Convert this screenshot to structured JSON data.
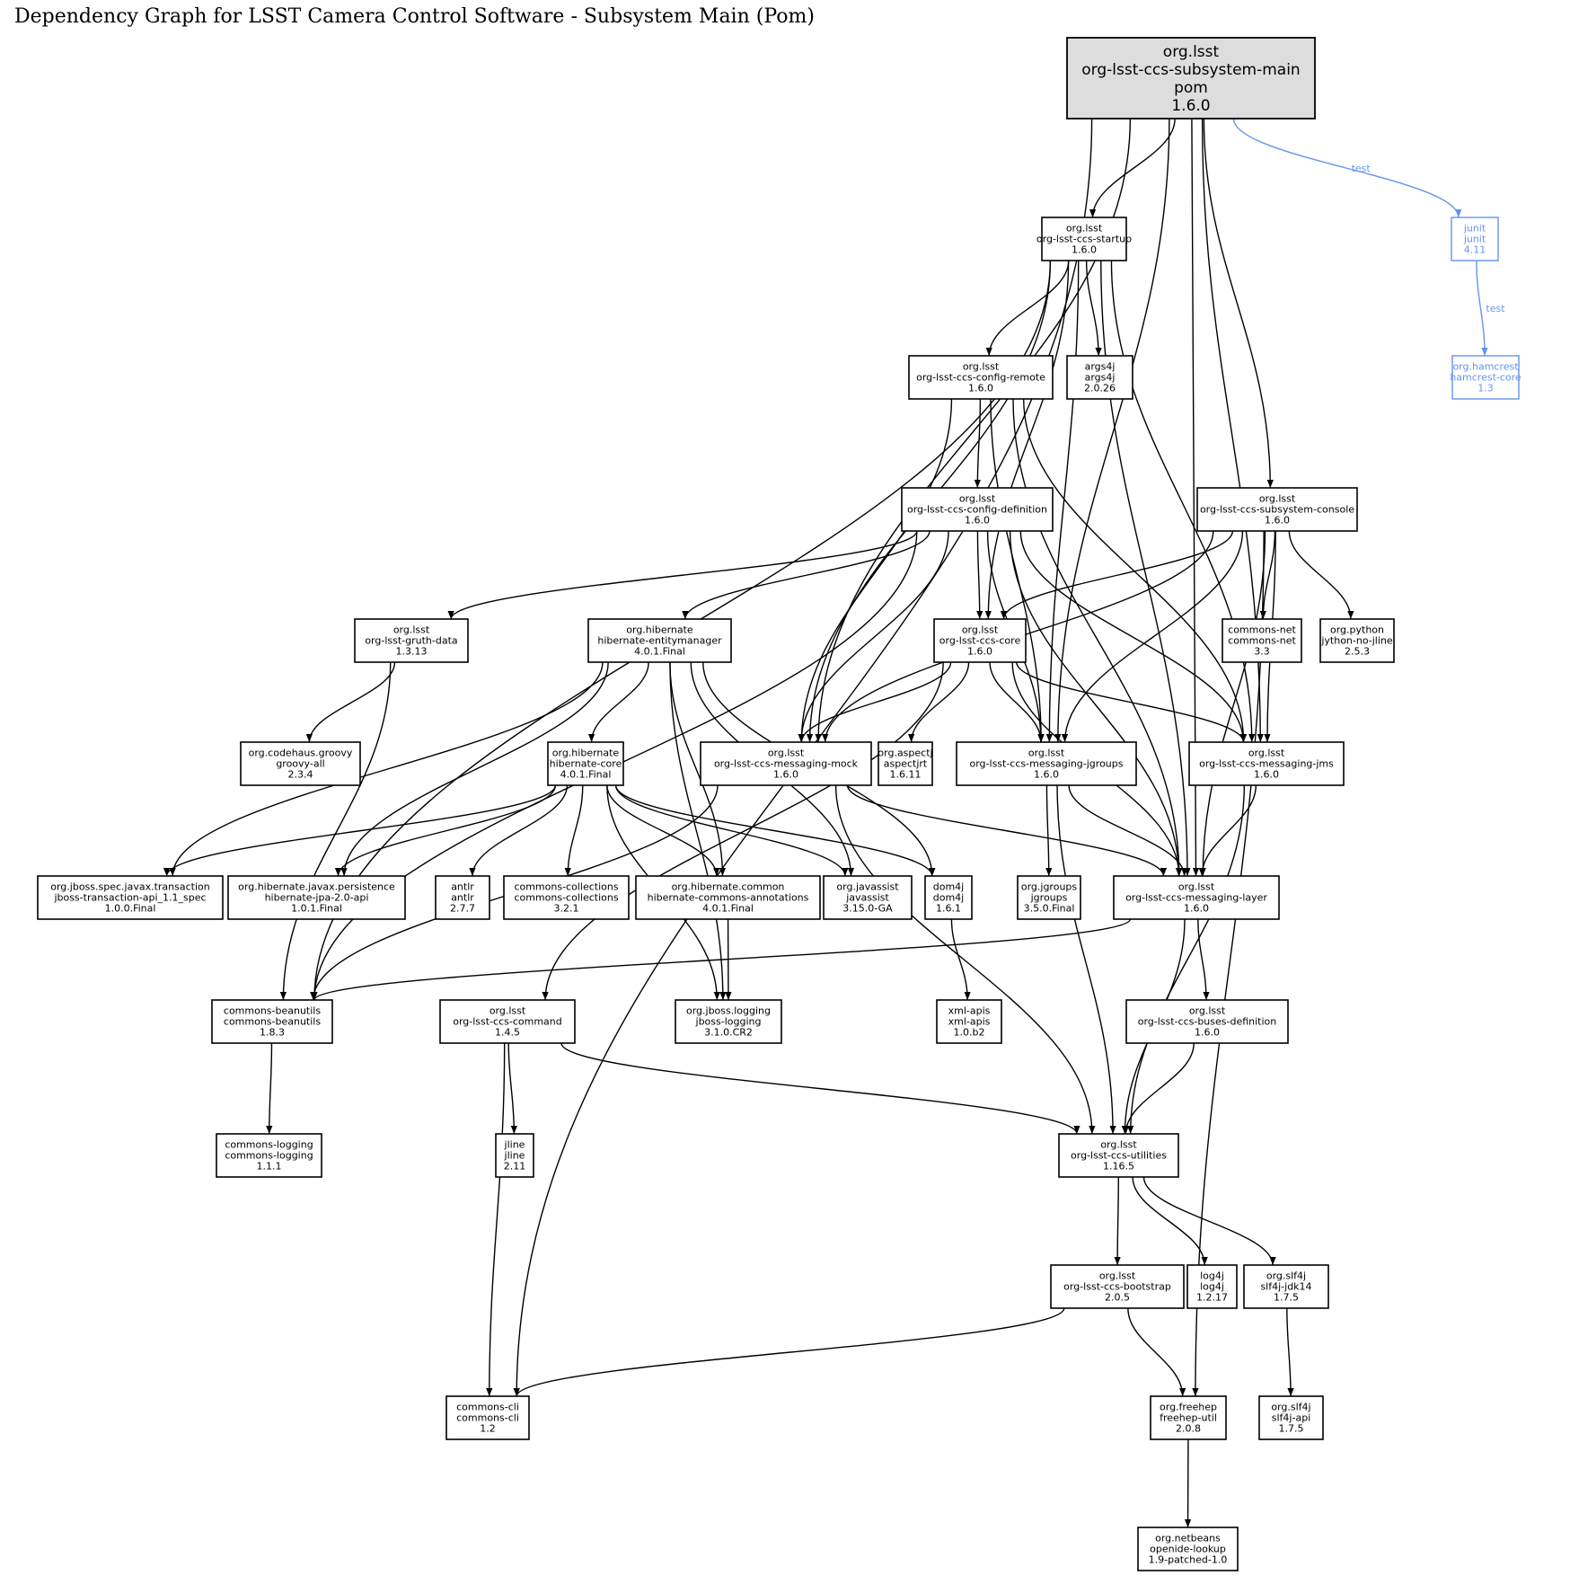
{
  "title": "Dependency Graph for LSST Camera Control Software - Subsystem Main (Pom)",
  "colors": {
    "default": "#000000",
    "root_fill": "#dddddd",
    "test": "#6495ed"
  },
  "nodes": [
    {
      "id": "main",
      "lines": [
        "org.lsst",
        "org-lsst-ccs-subsystem-main",
        "pom",
        "1.6.0"
      ],
      "kind": "root"
    },
    {
      "id": "startup",
      "lines": [
        "org.lsst",
        "org-lsst-ccs-startup",
        "1.6.0"
      ]
    },
    {
      "id": "junit",
      "lines": [
        "junit",
        "junit",
        "4.11"
      ],
      "kind": "test"
    },
    {
      "id": "hamcrest",
      "lines": [
        "org.hamcrest",
        "hamcrest-core",
        "1.3"
      ],
      "kind": "test"
    },
    {
      "id": "configremote",
      "lines": [
        "org.lsst",
        "org-lsst-ccs-config-remote",
        "1.6.0"
      ]
    },
    {
      "id": "args4j",
      "lines": [
        "args4j",
        "args4j",
        "2.0.26"
      ]
    },
    {
      "id": "configdef",
      "lines": [
        "org.lsst",
        "org-lsst-ccs-config-definition",
        "1.6.0"
      ]
    },
    {
      "id": "console",
      "lines": [
        "org.lsst",
        "org-lsst-ccs-subsystem-console",
        "1.6.0"
      ]
    },
    {
      "id": "gruth",
      "lines": [
        "org.lsst",
        "org-lsst-gruth-data",
        "1.3.13"
      ]
    },
    {
      "id": "entitymanager",
      "lines": [
        "org.hibernate",
        "hibernate-entitymanager",
        "4.0.1.Final"
      ]
    },
    {
      "id": "core",
      "lines": [
        "org.lsst",
        "org-lsst-ccs-core",
        "1.6.0"
      ]
    },
    {
      "id": "commonsnet",
      "lines": [
        "commons-net",
        "commons-net",
        "3.3"
      ]
    },
    {
      "id": "jython",
      "lines": [
        "org.python",
        "jython-no-jline",
        "2.5.3"
      ]
    },
    {
      "id": "groovy",
      "lines": [
        "org.codehaus.groovy",
        "groovy-all",
        "2.3.4"
      ]
    },
    {
      "id": "hibcore",
      "lines": [
        "org.hibernate",
        "hibernate-core",
        "4.0.1.Final"
      ]
    },
    {
      "id": "msgmock",
      "lines": [
        "org.lsst",
        "org-lsst-ccs-messaging-mock",
        "1.6.0"
      ]
    },
    {
      "id": "aspectj",
      "lines": [
        "org.aspectj",
        "aspectjrt",
        "1.6.11"
      ]
    },
    {
      "id": "msgjgroups",
      "lines": [
        "org.lsst",
        "org-lsst-ccs-messaging-jgroups",
        "1.6.0"
      ]
    },
    {
      "id": "msgjms",
      "lines": [
        "org.lsst",
        "org-lsst-ccs-messaging-jms",
        "1.6.0"
      ]
    },
    {
      "id": "jbosstx",
      "lines": [
        "org.jboss.spec.javax.transaction",
        "jboss-transaction-api_1.1_spec",
        "1.0.0.Final"
      ]
    },
    {
      "id": "jpa",
      "lines": [
        "org.hibernate.javax.persistence",
        "hibernate-jpa-2.0-api",
        "1.0.1.Final"
      ]
    },
    {
      "id": "antlr",
      "lines": [
        "antlr",
        "antlr",
        "2.7.7"
      ]
    },
    {
      "id": "collections",
      "lines": [
        "commons-collections",
        "commons-collections",
        "3.2.1"
      ]
    },
    {
      "id": "hibannot",
      "lines": [
        "org.hibernate.common",
        "hibernate-commons-annotations",
        "4.0.1.Final"
      ]
    },
    {
      "id": "javassist",
      "lines": [
        "org.javassist",
        "javassist",
        "3.15.0-GA"
      ]
    },
    {
      "id": "dom4j",
      "lines": [
        "dom4j",
        "dom4j",
        "1.6.1"
      ]
    },
    {
      "id": "jgroups",
      "lines": [
        "org.jgroups",
        "jgroups",
        "3.5.0.Final"
      ]
    },
    {
      "id": "msglayer",
      "lines": [
        "org.lsst",
        "org-lsst-ccs-messaging-layer",
        "1.6.0"
      ]
    },
    {
      "id": "beanutils",
      "lines": [
        "commons-beanutils",
        "commons-beanutils",
        "1.8.3"
      ]
    },
    {
      "id": "command",
      "lines": [
        "org.lsst",
        "org-lsst-ccs-command",
        "1.4.5"
      ]
    },
    {
      "id": "jbosslog",
      "lines": [
        "org.jboss.logging",
        "jboss-logging",
        "3.1.0.CR2"
      ]
    },
    {
      "id": "xmlapis",
      "lines": [
        "xml-apis",
        "xml-apis",
        "1.0.b2"
      ]
    },
    {
      "id": "busesdef",
      "lines": [
        "org.lsst",
        "org-lsst-ccs-buses-definition",
        "1.6.0"
      ]
    },
    {
      "id": "commonslogging",
      "lines": [
        "commons-logging",
        "commons-logging",
        "1.1.1"
      ]
    },
    {
      "id": "jline",
      "lines": [
        "jline",
        "jline",
        "2.11"
      ]
    },
    {
      "id": "utilities",
      "lines": [
        "org.lsst",
        "org-lsst-ccs-utilities",
        "1.16.5"
      ]
    },
    {
      "id": "bootstrap",
      "lines": [
        "org.lsst",
        "org-lsst-ccs-bootstrap",
        "2.0.5"
      ]
    },
    {
      "id": "log4j",
      "lines": [
        "log4j",
        "log4j",
        "1.2.17"
      ]
    },
    {
      "id": "slf4jjdk",
      "lines": [
        "org.slf4j",
        "slf4j-jdk14",
        "1.7.5"
      ]
    },
    {
      "id": "commonscli",
      "lines": [
        "commons-cli",
        "commons-cli",
        "1.2"
      ]
    },
    {
      "id": "freehep",
      "lines": [
        "org.freehep",
        "freehep-util",
        "2.0.8"
      ]
    },
    {
      "id": "slf4japi",
      "lines": [
        "org.slf4j",
        "slf4j-api",
        "1.7.5"
      ]
    },
    {
      "id": "openide",
      "lines": [
        "org.netbeans",
        "openide-lookup",
        "1.9-patched-1.0"
      ]
    }
  ],
  "edges": [
    {
      "from": "main",
      "to": "startup"
    },
    {
      "from": "main",
      "to": "msgmock"
    },
    {
      "from": "main",
      "to": "msgjgroups"
    },
    {
      "from": "main",
      "to": "msgjms"
    },
    {
      "from": "main",
      "to": "console"
    },
    {
      "from": "main",
      "to": "msglayer"
    },
    {
      "from": "main",
      "to": "commonscli"
    },
    {
      "from": "main",
      "to": "junit",
      "label": "test",
      "kind": "test"
    },
    {
      "from": "junit",
      "to": "hamcrest",
      "label": "test",
      "kind": "test"
    },
    {
      "from": "startup",
      "to": "configremote"
    },
    {
      "from": "startup",
      "to": "args4j"
    },
    {
      "from": "startup",
      "to": "core"
    },
    {
      "from": "startup",
      "to": "msgmock"
    },
    {
      "from": "startup",
      "to": "msgjgroups"
    },
    {
      "from": "startup",
      "to": "msgjms"
    },
    {
      "from": "startup",
      "to": "msglayer"
    },
    {
      "from": "startup",
      "to": "beanutils"
    },
    {
      "from": "configremote",
      "to": "configdef"
    },
    {
      "from": "configremote",
      "to": "msgmock"
    },
    {
      "from": "configremote",
      "to": "msgjgroups"
    },
    {
      "from": "configremote",
      "to": "msgjms"
    },
    {
      "from": "configremote",
      "to": "msglayer"
    },
    {
      "from": "configdef",
      "to": "core"
    },
    {
      "from": "configdef",
      "to": "gruth"
    },
    {
      "from": "configdef",
      "to": "entitymanager"
    },
    {
      "from": "configdef",
      "to": "msgmock"
    },
    {
      "from": "configdef",
      "to": "msgjgroups"
    },
    {
      "from": "configdef",
      "to": "msgjms"
    },
    {
      "from": "configdef",
      "to": "msglayer"
    },
    {
      "from": "configdef",
      "to": "beanutils"
    },
    {
      "from": "console",
      "to": "core"
    },
    {
      "from": "console",
      "to": "commonsnet"
    },
    {
      "from": "console",
      "to": "jython"
    },
    {
      "from": "console",
      "to": "msgmock"
    },
    {
      "from": "console",
      "to": "msgjgroups"
    },
    {
      "from": "console",
      "to": "msgjms"
    },
    {
      "from": "console",
      "to": "msglayer"
    },
    {
      "from": "console",
      "to": "freehep"
    },
    {
      "from": "gruth",
      "to": "groovy"
    },
    {
      "from": "gruth",
      "to": "beanutils"
    },
    {
      "from": "entitymanager",
      "to": "hibcore"
    },
    {
      "from": "entitymanager",
      "to": "jbosstx"
    },
    {
      "from": "entitymanager",
      "to": "jpa"
    },
    {
      "from": "entitymanager",
      "to": "hibannot"
    },
    {
      "from": "entitymanager",
      "to": "javassist"
    },
    {
      "from": "entitymanager",
      "to": "dom4j"
    },
    {
      "from": "entitymanager",
      "to": "jbosslog"
    },
    {
      "from": "core",
      "to": "msgmock"
    },
    {
      "from": "core",
      "to": "aspectj"
    },
    {
      "from": "core",
      "to": "msgjgroups"
    },
    {
      "from": "core",
      "to": "msgjms"
    },
    {
      "from": "core",
      "to": "msglayer"
    },
    {
      "from": "core",
      "to": "command"
    },
    {
      "from": "hibcore",
      "to": "jbosstx"
    },
    {
      "from": "hibcore",
      "to": "jpa"
    },
    {
      "from": "hibcore",
      "to": "antlr"
    },
    {
      "from": "hibcore",
      "to": "collections"
    },
    {
      "from": "hibcore",
      "to": "hibannot"
    },
    {
      "from": "hibcore",
      "to": "javassist"
    },
    {
      "from": "hibcore",
      "to": "dom4j"
    },
    {
      "from": "hibcore",
      "to": "jbosslog"
    },
    {
      "from": "msgmock",
      "to": "msglayer"
    },
    {
      "from": "msgmock",
      "to": "utilities"
    },
    {
      "from": "msgmock",
      "to": "beanutils"
    },
    {
      "from": "msgjgroups",
      "to": "jgroups"
    },
    {
      "from": "msgjgroups",
      "to": "msglayer"
    },
    {
      "from": "msgjgroups",
      "to": "utilities"
    },
    {
      "from": "msgjms",
      "to": "msglayer"
    },
    {
      "from": "msgjms",
      "to": "utilities"
    },
    {
      "from": "hibannot",
      "to": "jbosslog"
    },
    {
      "from": "dom4j",
      "to": "xmlapis"
    },
    {
      "from": "msglayer",
      "to": "busesdef"
    },
    {
      "from": "msglayer",
      "to": "utilities"
    },
    {
      "from": "msglayer",
      "to": "beanutils"
    },
    {
      "from": "busesdef",
      "to": "utilities"
    },
    {
      "from": "beanutils",
      "to": "commonslogging"
    },
    {
      "from": "command",
      "to": "jline"
    },
    {
      "from": "command",
      "to": "commonscli"
    },
    {
      "from": "command",
      "to": "utilities"
    },
    {
      "from": "utilities",
      "to": "bootstrap"
    },
    {
      "from": "utilities",
      "to": "log4j"
    },
    {
      "from": "utilities",
      "to": "slf4jjdk"
    },
    {
      "from": "bootstrap",
      "to": "commonscli"
    },
    {
      "from": "bootstrap",
      "to": "freehep"
    },
    {
      "from": "slf4jjdk",
      "to": "slf4japi"
    },
    {
      "from": "freehep",
      "to": "openide"
    }
  ]
}
